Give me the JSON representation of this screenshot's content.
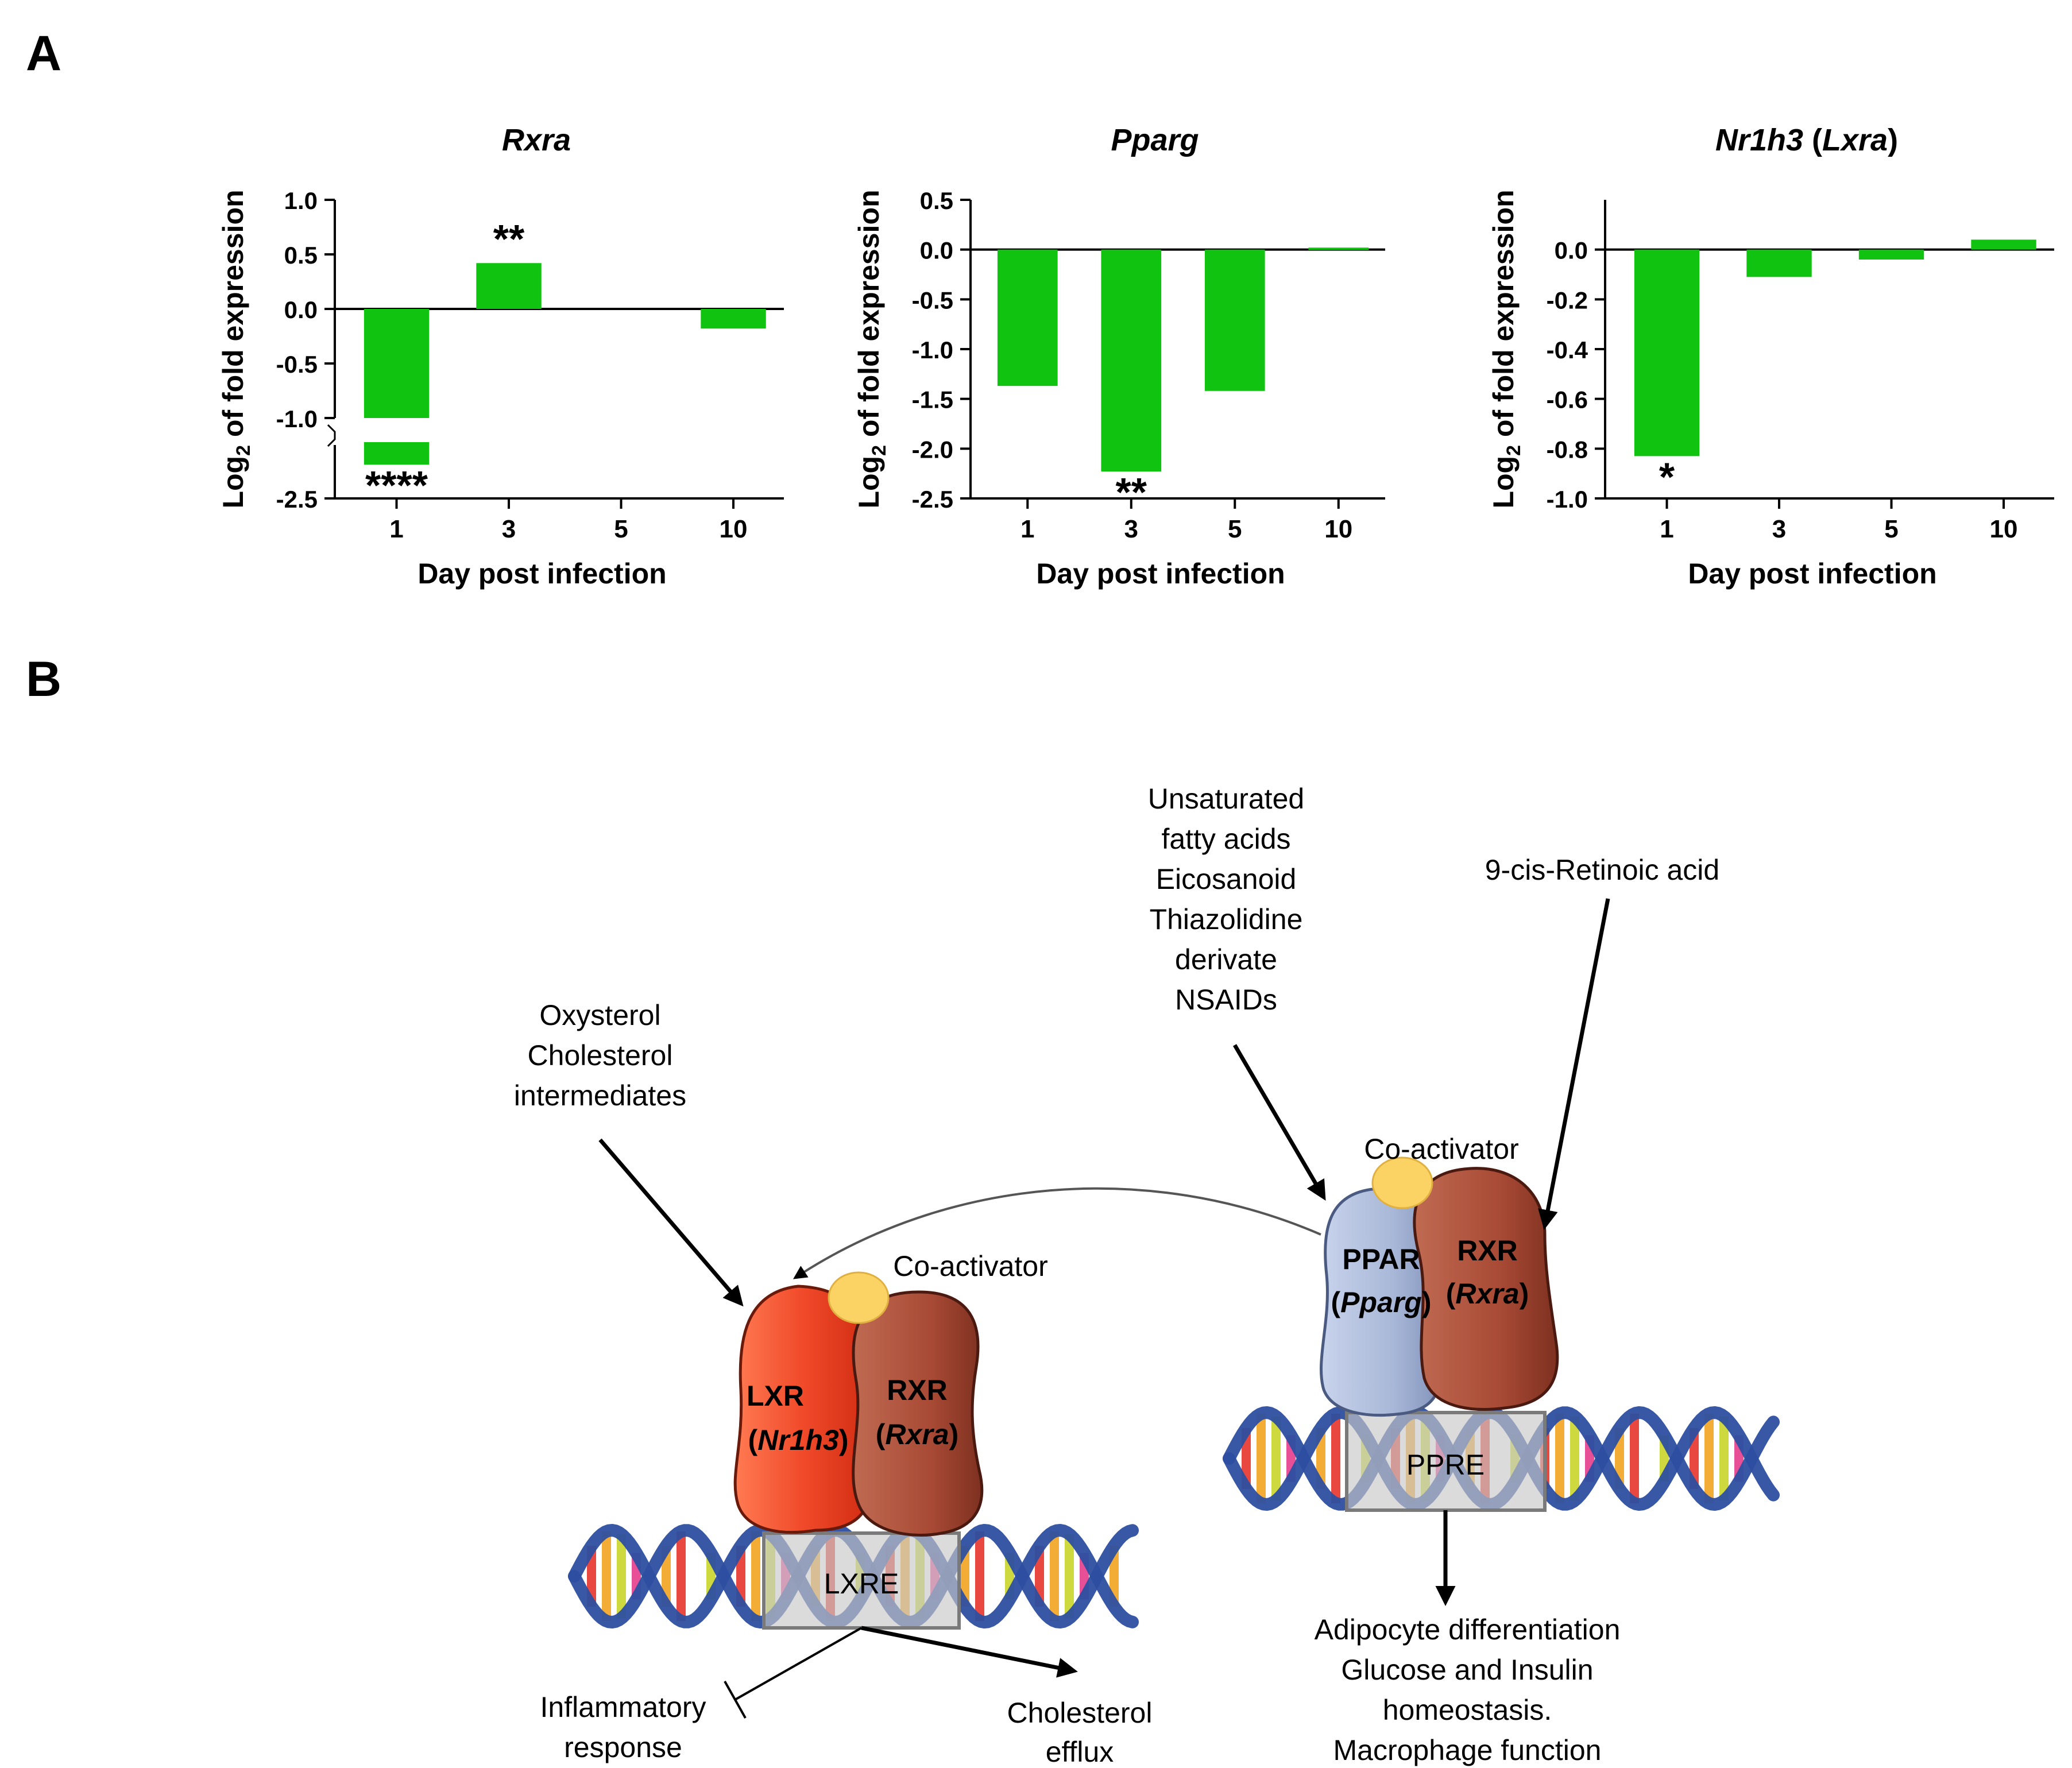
{
  "colors": {
    "bar": "#11c311",
    "lxr": "#f04a2a",
    "rxr": "#a84a35",
    "ppar": "#a9b8d8",
    "coactivator": "#fbd264",
    "dna_backbone": "#2d4fa0"
  },
  "panel_a": {
    "label": "A",
    "xlabel": "Day post infection",
    "ylabel_prefix": "Log",
    "ylabel_sub": "2",
    "ylabel_suffix": " of fold expression"
  },
  "chart_data": [
    {
      "type": "bar",
      "title": "Rxra",
      "categories": [
        "1",
        "3",
        "5",
        "10"
      ],
      "values": [
        -2.2,
        0.42,
        0,
        -0.18
      ],
      "ylim": [
        -2.5,
        1.0
      ],
      "axis_break": [
        -2.0,
        -1.05
      ],
      "yticks": [
        "1.0",
        "0.5",
        "0.0",
        "-0.5",
        "-1.0",
        "-2.5"
      ],
      "significance": [
        {
          "category": "1",
          "label": "****"
        },
        {
          "category": "3",
          "label": "**"
        }
      ]
    },
    {
      "type": "bar",
      "title": "Pparg",
      "categories": [
        "1",
        "3",
        "5",
        "10"
      ],
      "values": [
        -1.37,
        -2.23,
        -1.42,
        0.02
      ],
      "ylim": [
        -2.5,
        0.5
      ],
      "yticks": [
        "0.5",
        "0.0",
        "-0.5",
        "-1.0",
        "-1.5",
        "-2.0",
        "-2.5"
      ],
      "significance": [
        {
          "category": "3",
          "label": "**"
        }
      ]
    },
    {
      "type": "bar",
      "title_main": "Nr1h3",
      "title_paren": "Lxra",
      "categories": [
        "1",
        "3",
        "5",
        "10"
      ],
      "values": [
        -0.83,
        -0.11,
        -0.04,
        0.04
      ],
      "ylim": [
        -1.0,
        0.2
      ],
      "yticks": [
        "0.0",
        "-0.2",
        "-0.4",
        "-0.6",
        "-0.8",
        "-1.0"
      ],
      "significance": [
        {
          "category": "1",
          "label": "*"
        }
      ]
    }
  ],
  "panel_b": {
    "label": "B",
    "ppar_ligands": [
      "Unsaturated",
      "fatty acids",
      "Eicosanoid",
      "Thiazolidine",
      "derivate",
      "NSAIDs"
    ],
    "rxr_ligand": "9-cis-Retinoic acid",
    "lxr_ligands": [
      "Oxysterol",
      "Cholesterol",
      "intermediates"
    ],
    "coactivator": "Co-activator",
    "lxr_name": "LXR",
    "lxr_gene": "Nr1h3",
    "rxr_name": "RXR",
    "rxr_gene": "Rxra",
    "ppar_name": "PPAR",
    "ppar_gene": "Pparg",
    "lxre": "LXRE",
    "ppre": "PPRE",
    "inflammatory": [
      "Inflammatory",
      "response"
    ],
    "efflux": [
      "Cholesterol",
      "efflux"
    ],
    "ppar_outcomes": [
      "Adipocyte differentiation",
      "Glucose and Insulin",
      "homeostasis.",
      "Macrophage function"
    ]
  }
}
